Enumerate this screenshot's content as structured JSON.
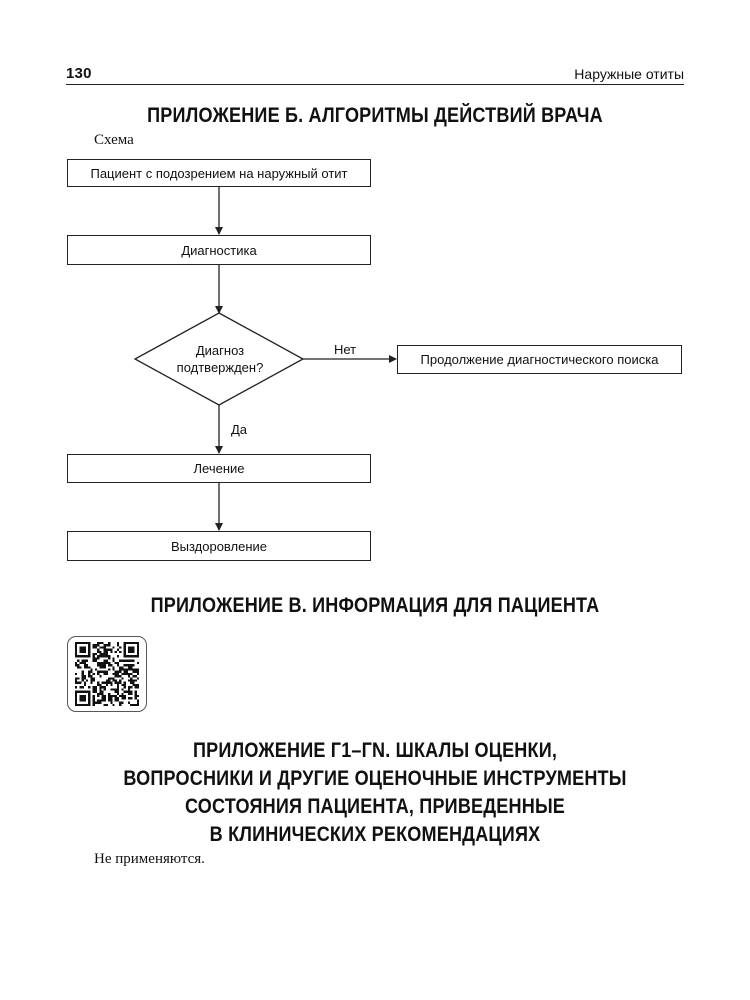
{
  "header": {
    "page_number": "130",
    "running_title": "Наружные отиты"
  },
  "appendix_b": {
    "title": "ПРИЛОЖЕНИЕ Б. АЛГОРИТМЫ ДЕЙСТВИЙ ВРАЧА",
    "scheme_label": "Схема",
    "flowchart": {
      "start": "Пациент с подозрением на наружный отит",
      "diagnostics": "Диагностика",
      "decision_line1": "Диагноз",
      "decision_line2": "подтвержден?",
      "no_label": "Нет",
      "no_target": "Продолжение диагностического поиска",
      "yes_label": "Да",
      "treatment": "Лечение",
      "recovery": "Выздоровление"
    }
  },
  "appendix_v": {
    "title": "ПРИЛОЖЕНИЕ В. ИНФОРМАЦИЯ ДЛЯ ПАЦИЕНТА",
    "qr_icon": "qr-code-icon"
  },
  "appendix_g": {
    "title_lines": [
      "ПРИЛОЖЕНИЕ Г1–ГN. ШКАЛЫ ОЦЕНКИ,",
      "ВОПРОСНИКИ И ДРУГИЕ ОЦЕНОЧНЫЕ ИНСТРУМЕНТЫ",
      "СОСТОЯНИЯ ПАЦИЕНТА, ПРИВЕДЕННЫЕ",
      "В КЛИНИЧЕСКИХ РЕКОМЕНДАЦИЯХ"
    ],
    "body": "Не применяются."
  }
}
